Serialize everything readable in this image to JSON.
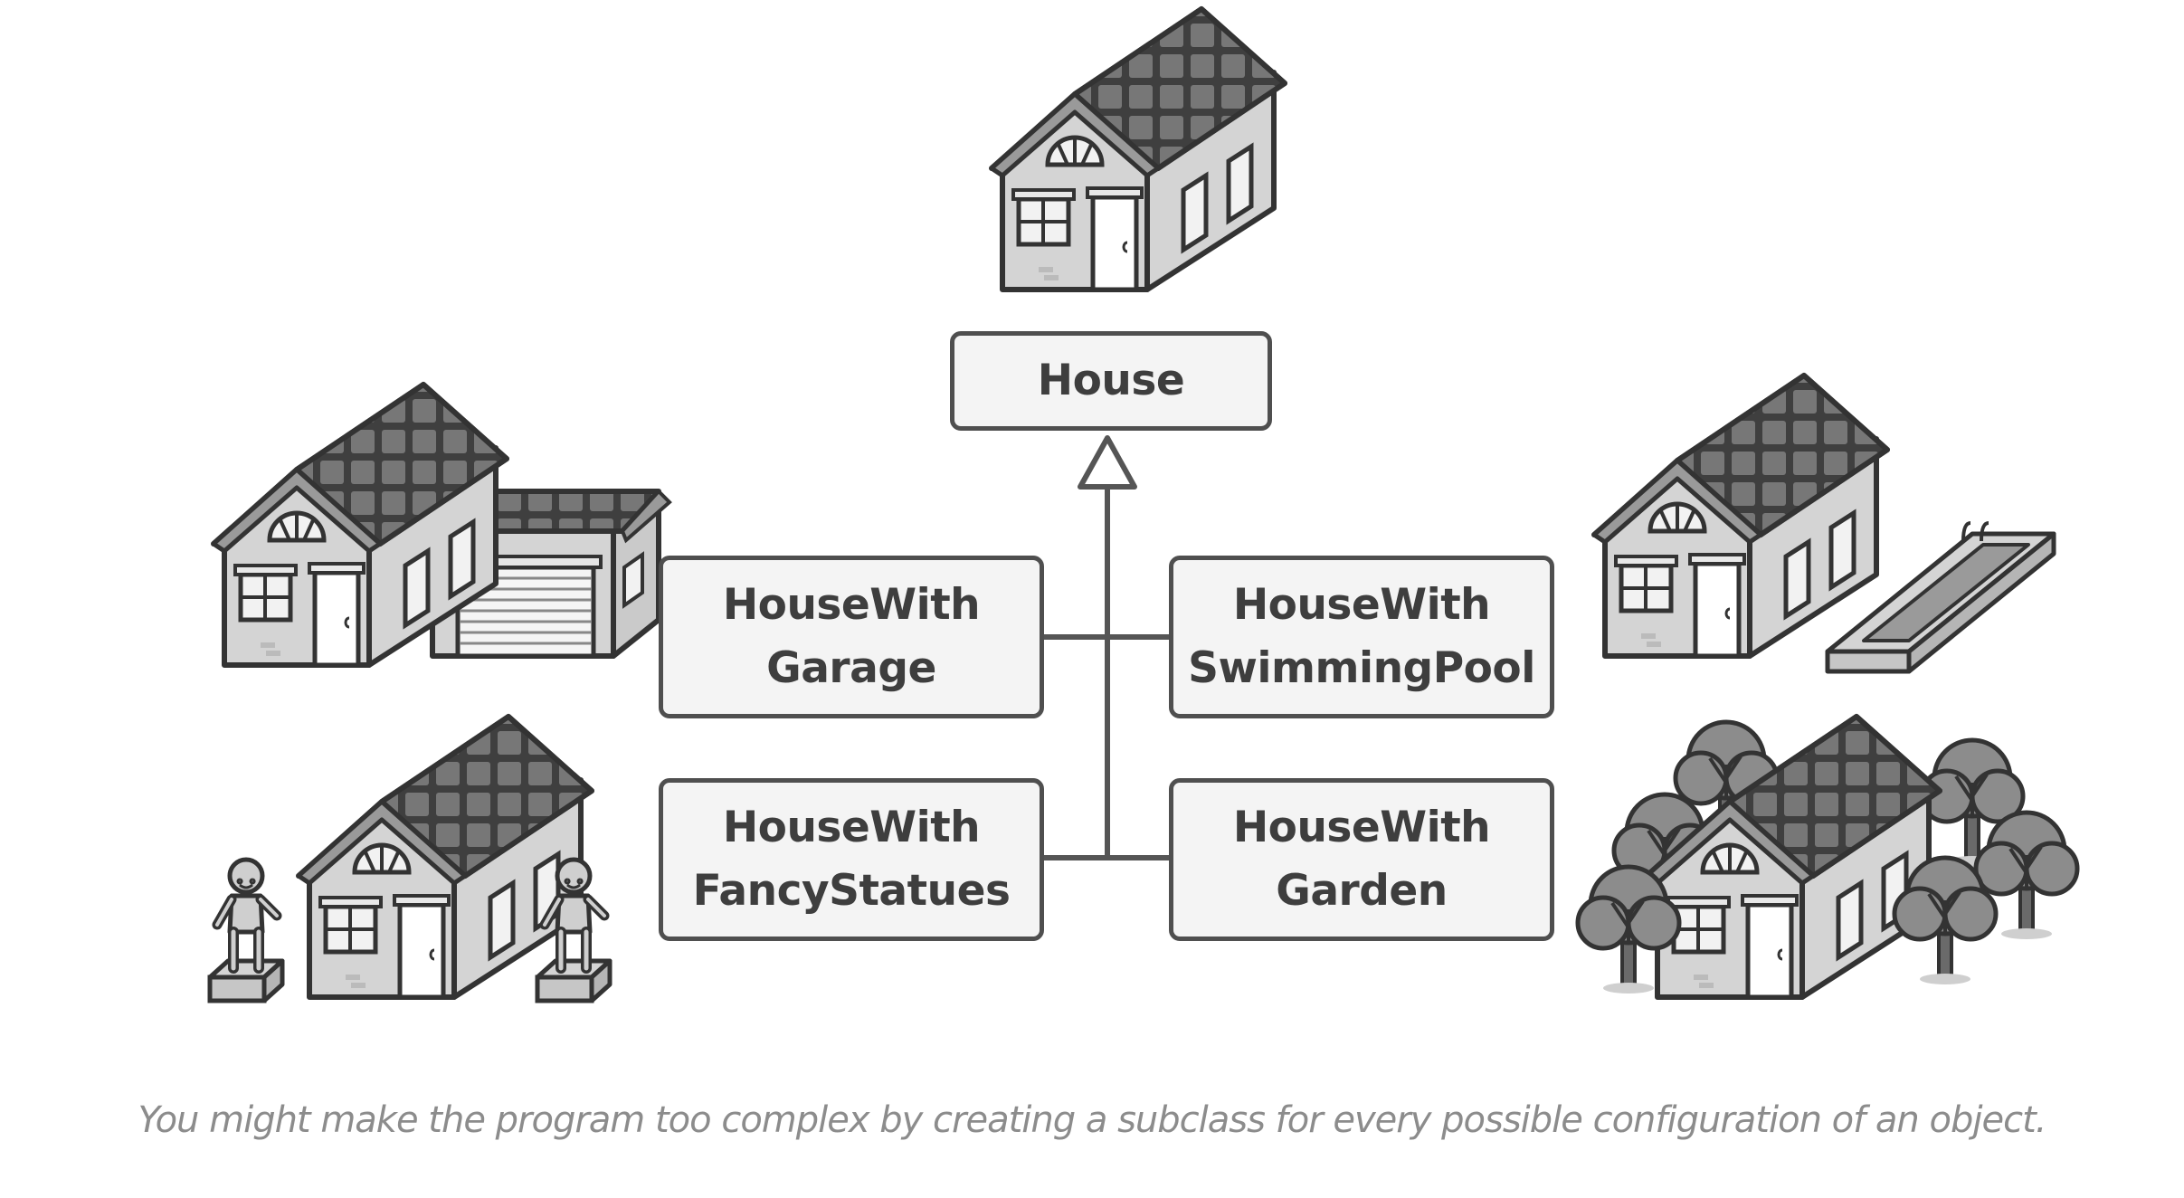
{
  "diagram": {
    "base_class": "House",
    "subclasses": [
      {
        "line1": "HouseWith",
        "line2": "Garage"
      },
      {
        "line1": "HouseWith",
        "line2": "SwimmingPool"
      },
      {
        "line1": "HouseWith",
        "line2": "FancyStatues"
      },
      {
        "line1": "HouseWith",
        "line2": "Garden"
      }
    ]
  },
  "caption": "You might make the program too complex by creating a subclass for every possible configuration of an object."
}
